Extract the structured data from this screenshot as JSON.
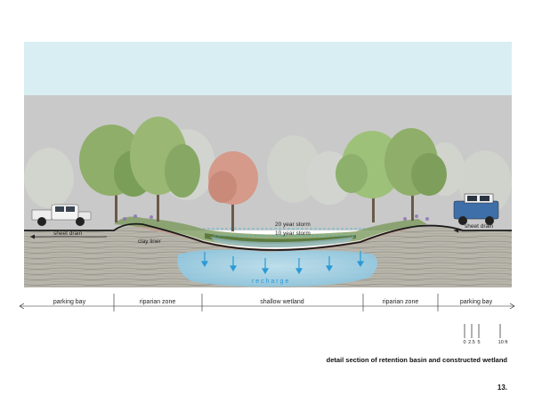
{
  "section": {
    "labels": {
      "sheet_drain_left": "sheet drain",
      "sheet_drain_right": "sheet drain",
      "clay_liner": "clay liner",
      "storm_20": "20 year storm",
      "storm_10": "10 year storm",
      "recharge": "r e c h a r g e"
    }
  },
  "zones": [
    {
      "label": "parking bay"
    },
    {
      "label": "riparian zone"
    },
    {
      "label": "shallow wetland"
    },
    {
      "label": "riparian zone"
    },
    {
      "label": "parking bay"
    }
  ],
  "scale_bar": {
    "labels": [
      "0",
      "2.5",
      "5",
      "10 ft"
    ]
  },
  "caption": "detail section of retention basin and constructed wetland",
  "page_number": "13.",
  "colors": {
    "sky": "#d9eef2",
    "fog": "#c9c9c9",
    "water": "#9fd1e8",
    "arrow": "#2a9ad6",
    "soil": "#b9b6ac",
    "ground_line": "#1a1a1a"
  },
  "icons": [
    "truck-icon",
    "suv-icon",
    "tree-icon",
    "recharge-arrow-icon",
    "scale-bar-icon"
  ]
}
